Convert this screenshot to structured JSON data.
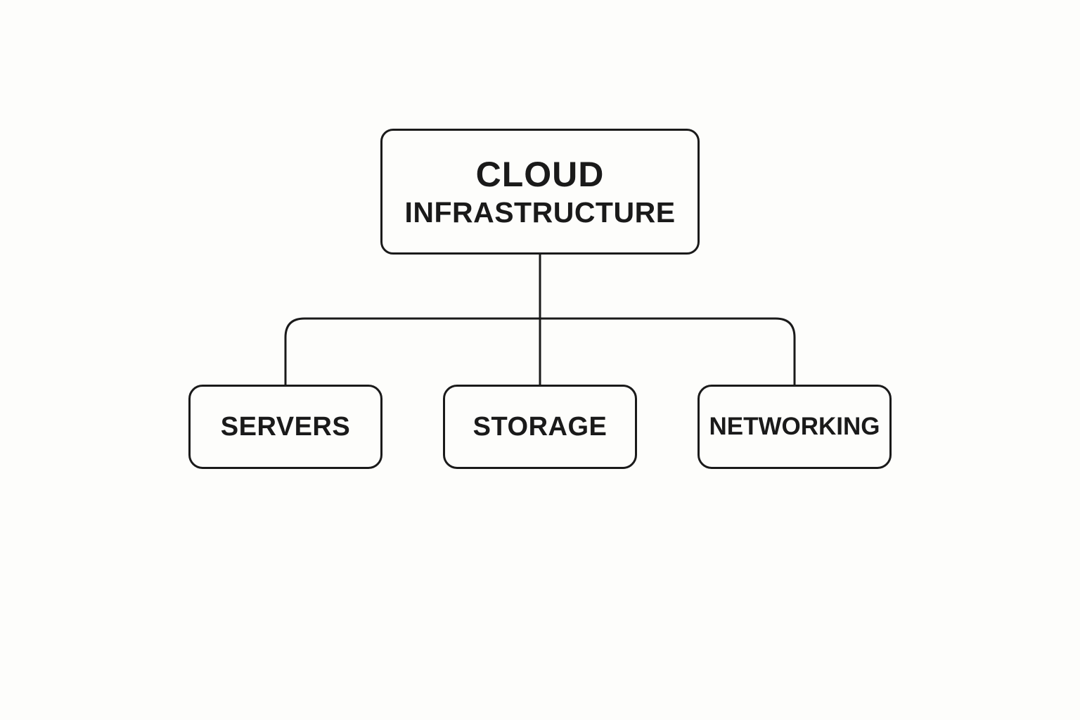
{
  "diagram": {
    "type": "hierarchy",
    "root": {
      "line1": "CLOUD",
      "line2": "INFRASTRUCTURE"
    },
    "children": [
      {
        "label": "SERVERS"
      },
      {
        "label": "STORAGE"
      },
      {
        "label": "NETWORKING"
      }
    ],
    "colors": {
      "stroke": "#1a1a1a",
      "background": "#fdfdfb"
    }
  }
}
